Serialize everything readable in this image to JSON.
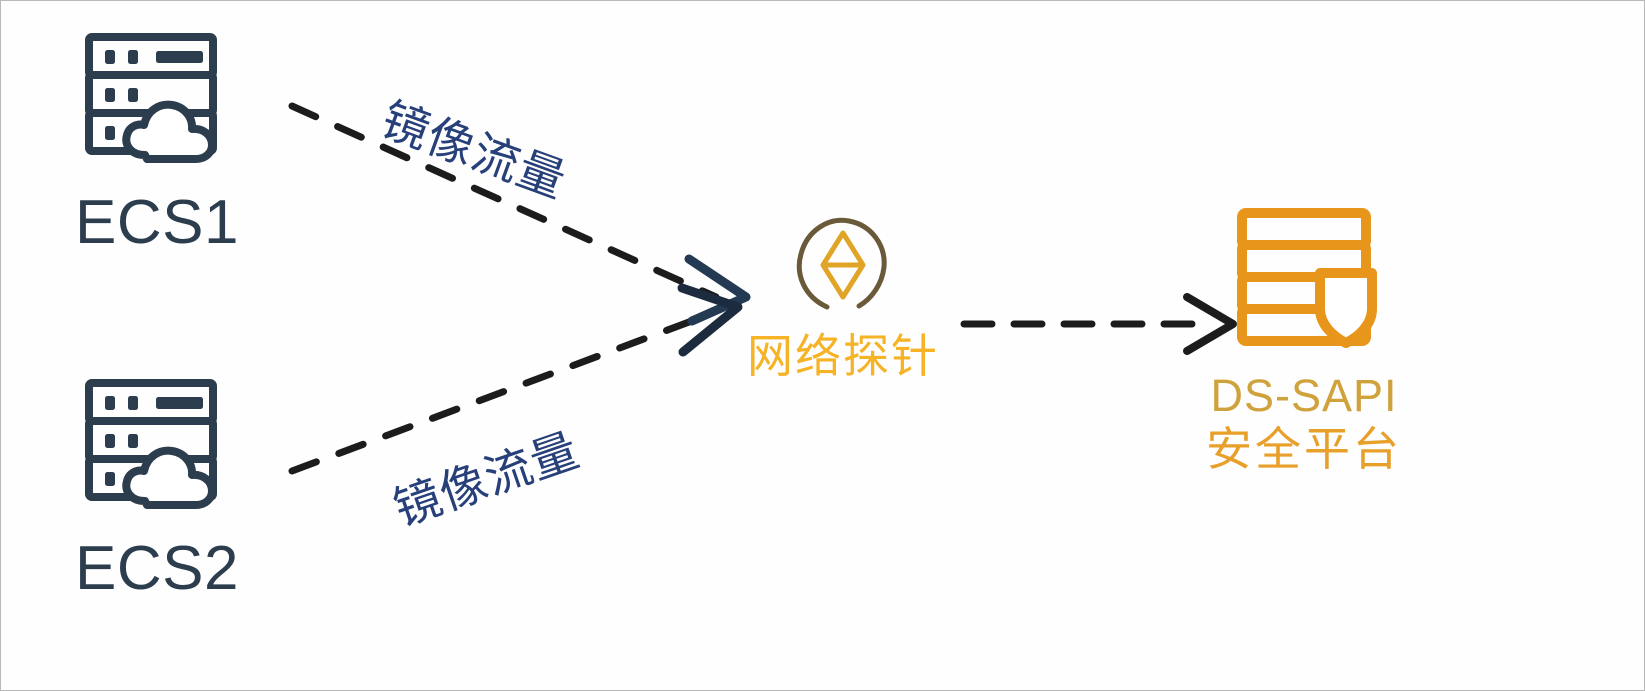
{
  "diagram": {
    "title": "Network traffic mirroring to security platform",
    "background_color": "#fefefe",
    "border_color": "#b9b9b9"
  },
  "colors": {
    "node_dark_blue": "#2c3d4e",
    "edge_label_blue": "#27407a",
    "probe_orange": "#f5b325",
    "platform_orange": "#e8a02a",
    "platform_gold": "#cfa23c",
    "arrow_black": "#1c1c1c"
  },
  "nodes": [
    {
      "id": "ecs1",
      "label": "ECS1",
      "icon": "cloud-server-icon",
      "color": "#2c3d4e"
    },
    {
      "id": "ecs2",
      "label": "ECS2",
      "icon": "cloud-server-icon",
      "color": "#2c3d4e"
    },
    {
      "id": "probe",
      "label": "网络探针",
      "icon": "network-probe-icon",
      "color": "#f5b325"
    },
    {
      "id": "platform",
      "label_en": "DS-SAPI",
      "label_cn": "安全平台",
      "icon": "secure-database-icon",
      "color": "#e8a02a"
    }
  ],
  "edges": [
    {
      "id": "ecs1-to-probe",
      "from": "ecs1",
      "to": "probe",
      "label": "镜像流量",
      "style": "dashed",
      "arrow": "open-chevron"
    },
    {
      "id": "ecs2-to-probe",
      "from": "ecs2",
      "to": "probe",
      "label": "镜像流量",
      "style": "dashed",
      "arrow": "open-chevron"
    },
    {
      "id": "probe-to-platform",
      "from": "probe",
      "to": "platform",
      "label": "",
      "style": "dashed",
      "arrow": "open-chevron"
    }
  ]
}
